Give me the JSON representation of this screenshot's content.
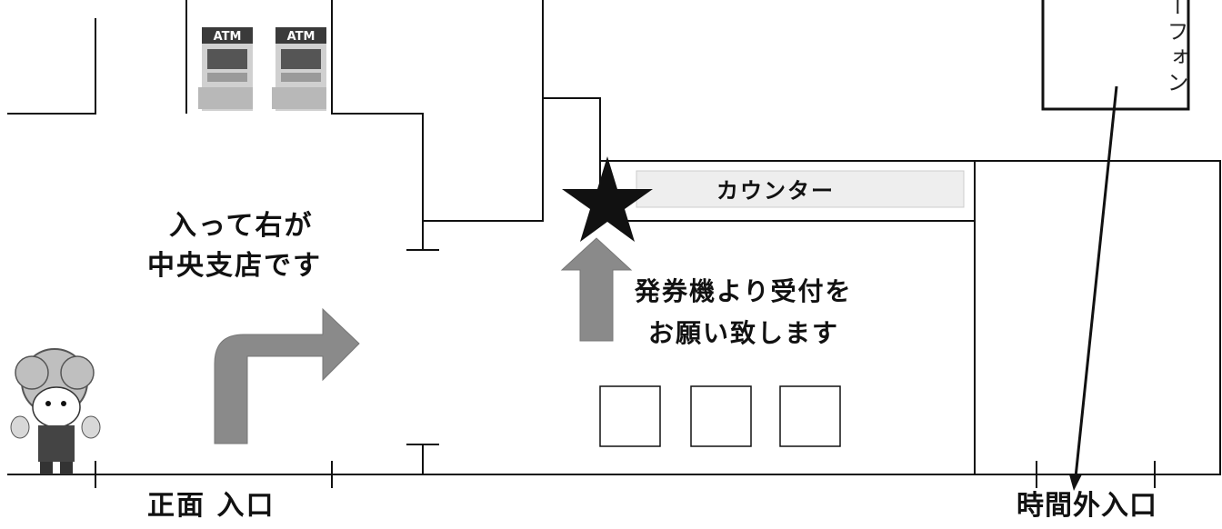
{
  "labels": {
    "enter_right_line1": "入って右が",
    "enter_right_line2": "中央支店です",
    "counter": "カウンター",
    "ticket_line1": "発券機より受付を",
    "ticket_line2": "お願い致します",
    "front_entrance": "正面 入口",
    "after_hours_entrance": "時間外入口",
    "interphone_partial": "ーフォン",
    "atm_1": "ATM",
    "atm_2": "ATM"
  },
  "colors": {
    "line": "#111111",
    "arrow_gray": "#8a8a8a",
    "star": "#111111",
    "atm_header": "#3a3a3a",
    "atm_body": "#d0d0d0",
    "counter_fill": "#eeeeee"
  },
  "icons": {
    "star": "star-icon",
    "up_arrow": "up-arrow-icon",
    "turn_arrow": "turn-right-arrow-icon",
    "mascot": "mascot-character-icon",
    "atm": "atm-machine-icon"
  }
}
